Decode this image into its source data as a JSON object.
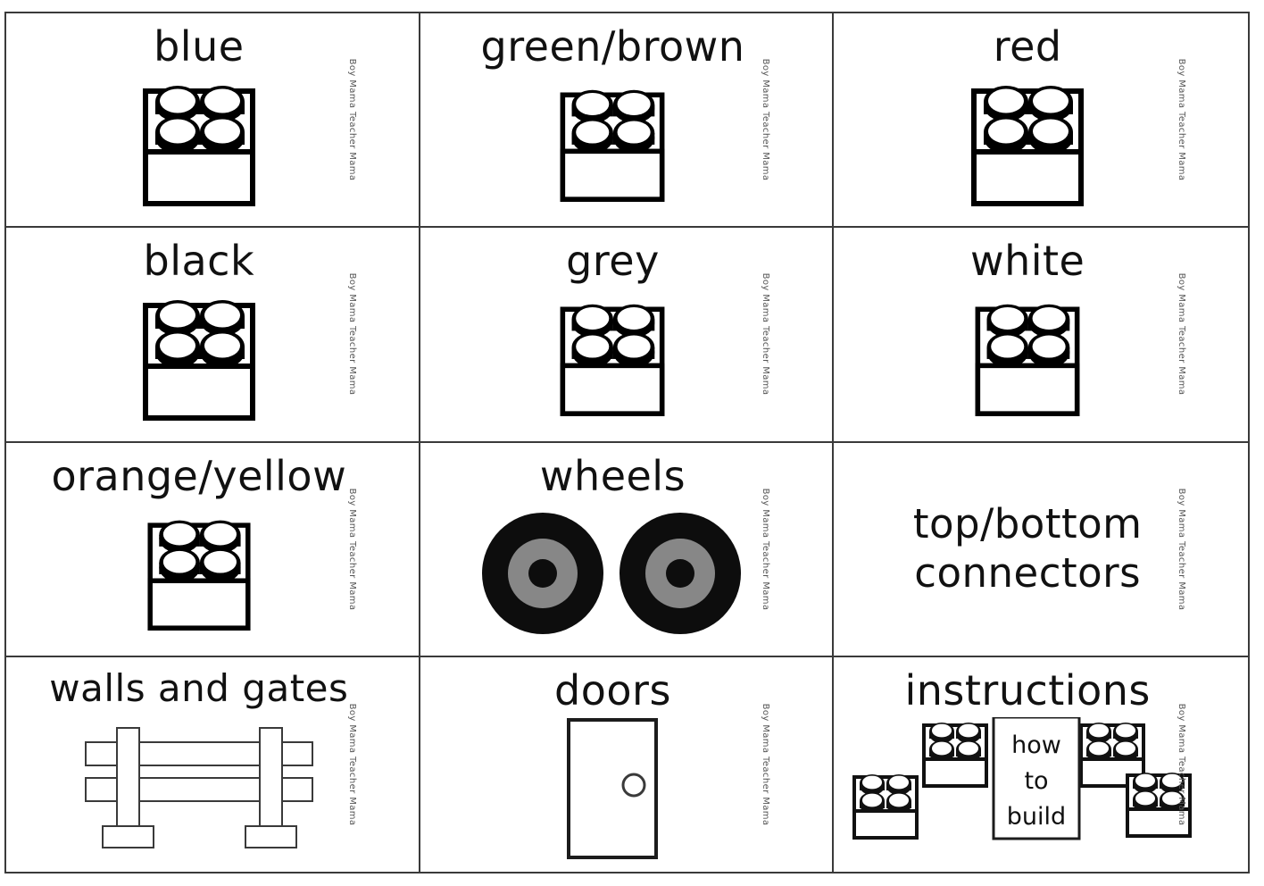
{
  "page": {
    "watermark": "Boy Mama Teacher Mama",
    "border_color": "#3a3a3a",
    "background": "#ffffff"
  },
  "palette": {
    "ink": "#111111",
    "outline": "#000000",
    "wheel_tire": "#0d0d0d",
    "wheel_hub": "#878787",
    "wheel_center": "#0d0d0d",
    "fence_outline": "#3a3a3a",
    "card_border": "#3a3a3a"
  },
  "grid": {
    "columns": 3,
    "rows": 4
  },
  "cards": [
    {
      "id": "blue",
      "label": "blue",
      "art": "lego-brick-2x2"
    },
    {
      "id": "green-brown",
      "label": "green/brown",
      "art": "lego-brick-2x2"
    },
    {
      "id": "red",
      "label": "red",
      "art": "lego-brick-2x2"
    },
    {
      "id": "black",
      "label": "black",
      "art": "lego-brick-2x2"
    },
    {
      "id": "grey",
      "label": "grey",
      "art": "lego-brick-2x2"
    },
    {
      "id": "white",
      "label": "white",
      "art": "lego-brick-2x2"
    },
    {
      "id": "orange-yellow",
      "label": "orange/yellow",
      "art": "lego-brick-2x2"
    },
    {
      "id": "wheels",
      "label": "wheels",
      "art": "wheels-pair"
    },
    {
      "id": "top-bottom",
      "label": "top/bottom connectors",
      "art": "none"
    },
    {
      "id": "walls-gates",
      "label": "walls and gates",
      "art": "fence"
    },
    {
      "id": "doors",
      "label": "doors",
      "art": "door"
    },
    {
      "id": "instructions",
      "label": "instructions",
      "art": "instruction-sheet"
    }
  ],
  "instructions_sheet": {
    "line1": "how",
    "line2": "to",
    "line3": "build",
    "brick_count": 4
  }
}
